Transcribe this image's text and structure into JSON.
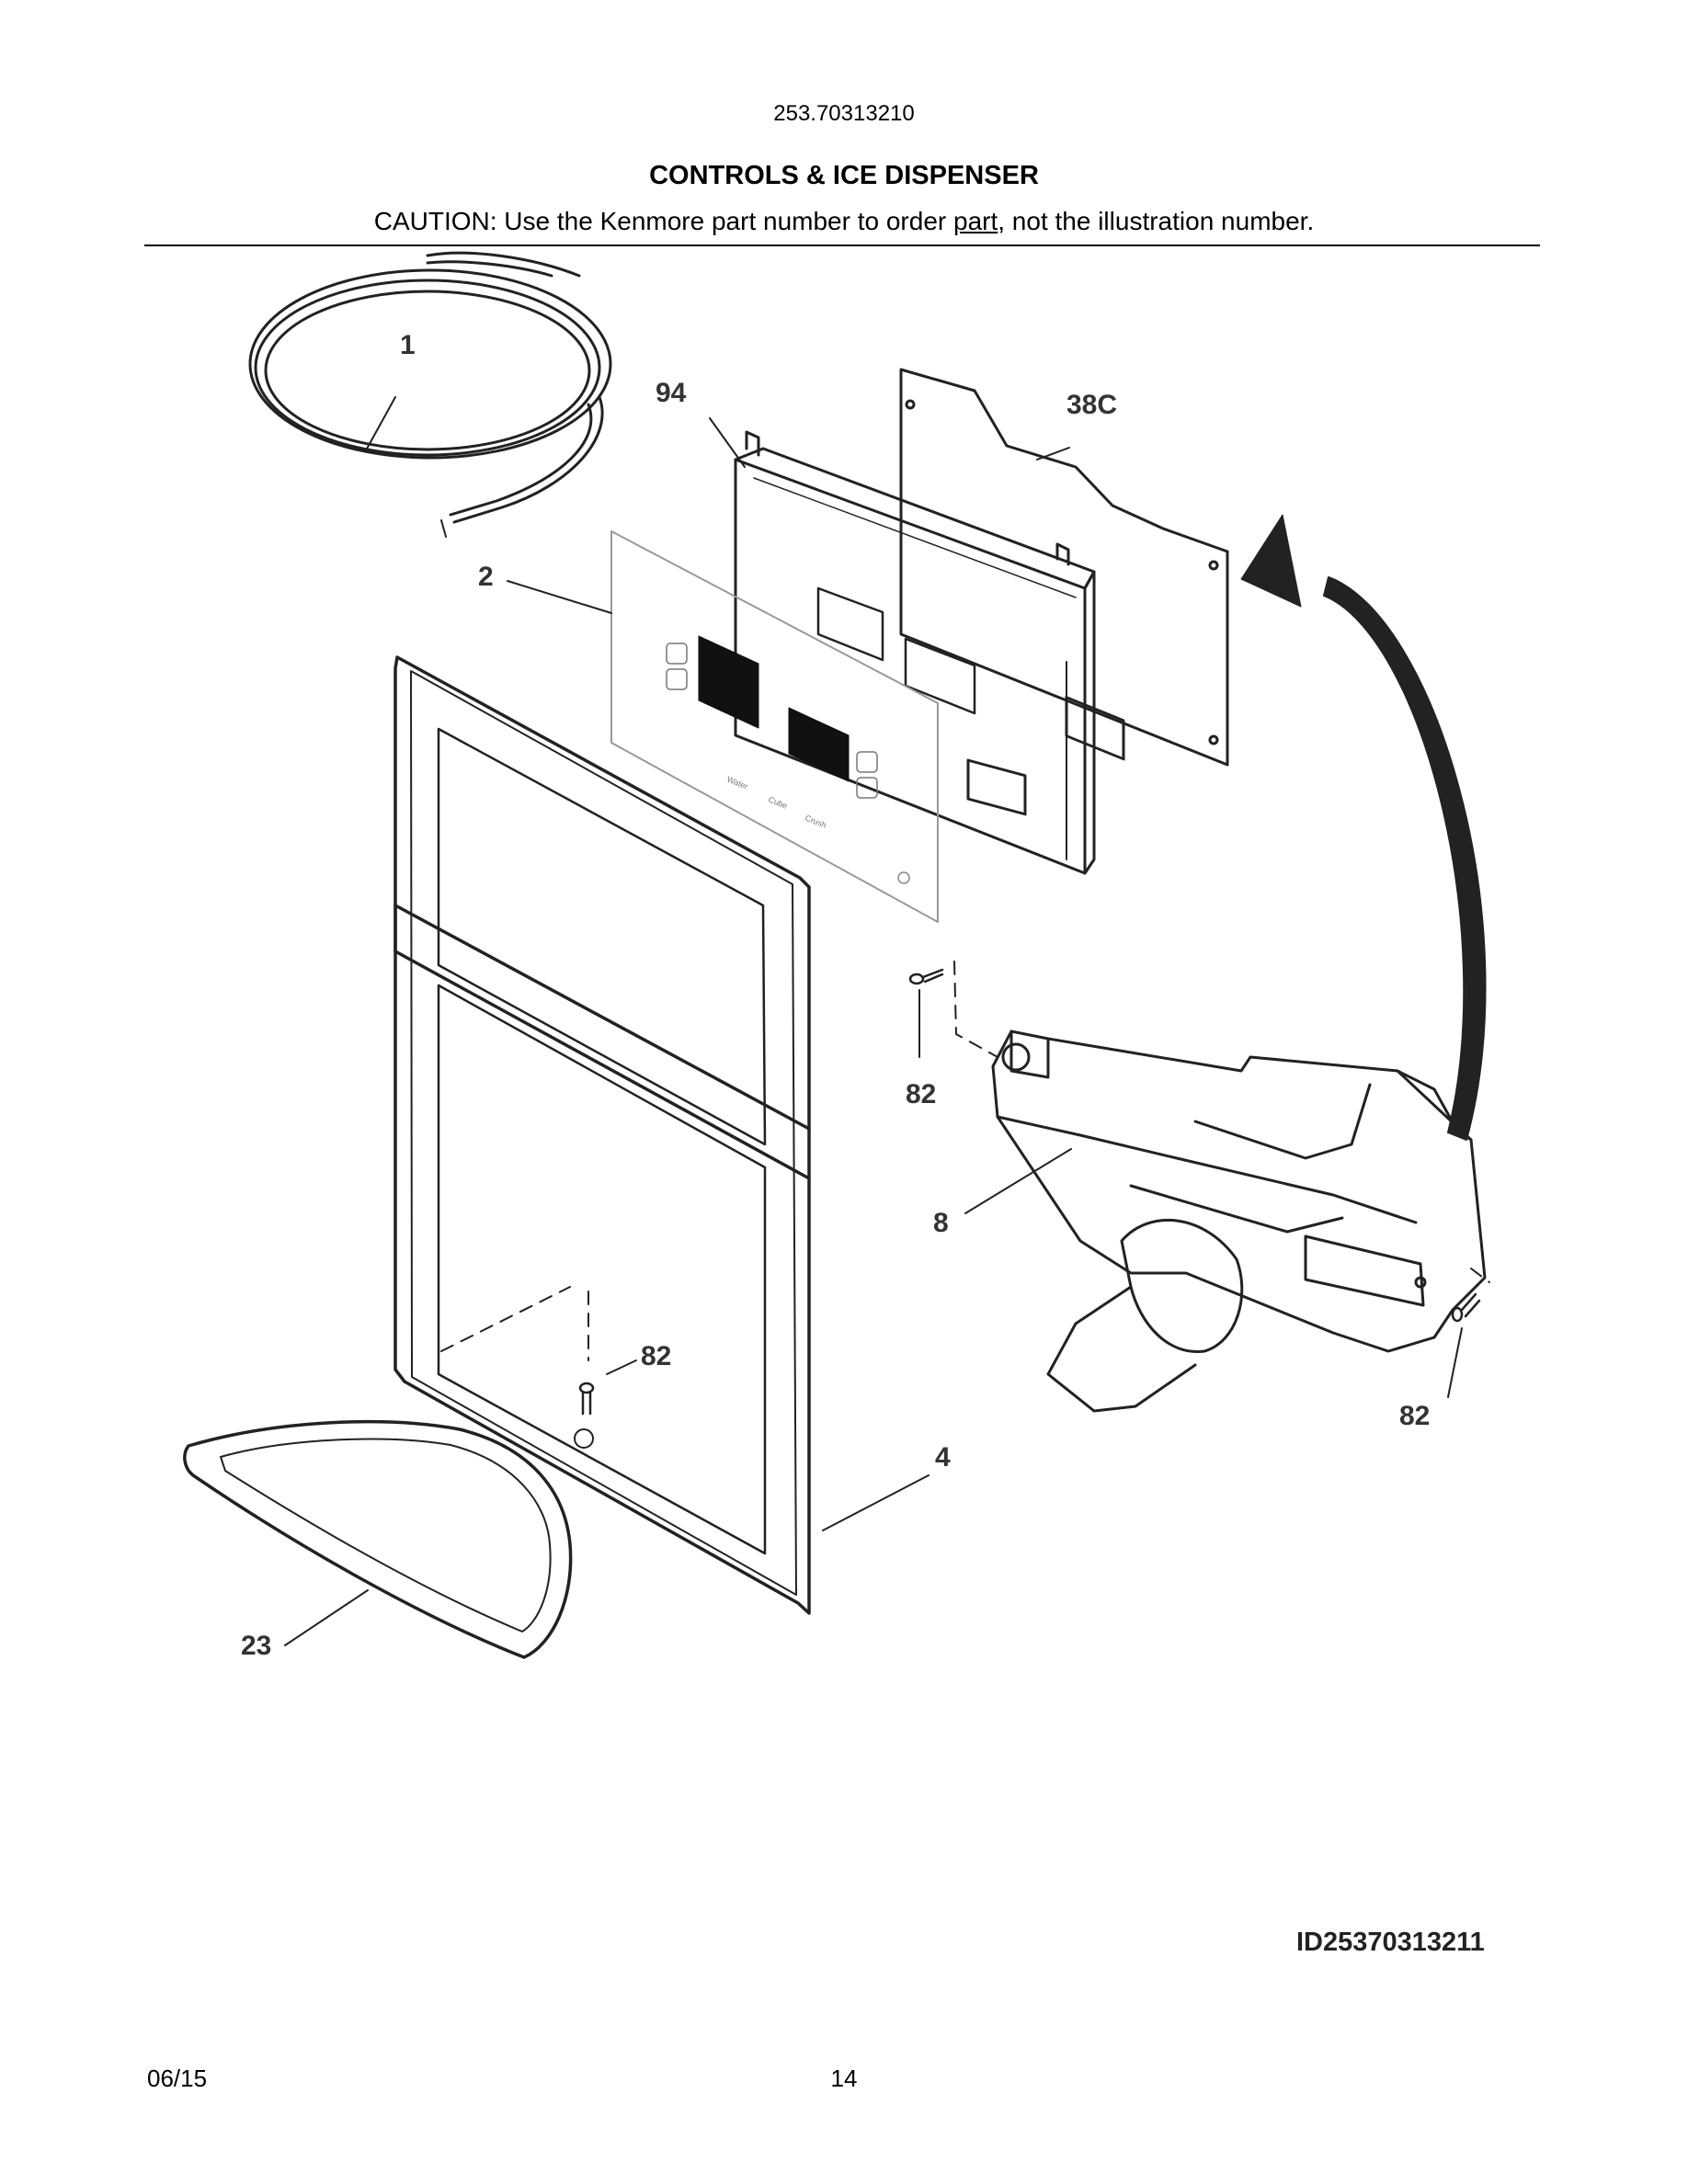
{
  "header": {
    "model_number": "253.70313210",
    "title": "CONTROLS & ICE DISPENSER",
    "caution_before": "CAUTION: Use the Kenmore part number to order ",
    "caution_underlined": "part",
    "caution_after": ", not the illustration number."
  },
  "callouts": {
    "tubing": "1",
    "overlay": "2",
    "control_board": "94",
    "insulation": "38C",
    "screw_upper": "82",
    "dispenser_housing": "8",
    "screw_right": "82",
    "screw_lower": "82",
    "dispenser_frame": "4",
    "drip_tray": "23"
  },
  "overlay_buttons": {
    "water": "Water",
    "cube": "Cube",
    "crush": "Crush"
  },
  "diagram_id": "ID25370313211",
  "footer": {
    "date": "06/15",
    "page": "14"
  }
}
